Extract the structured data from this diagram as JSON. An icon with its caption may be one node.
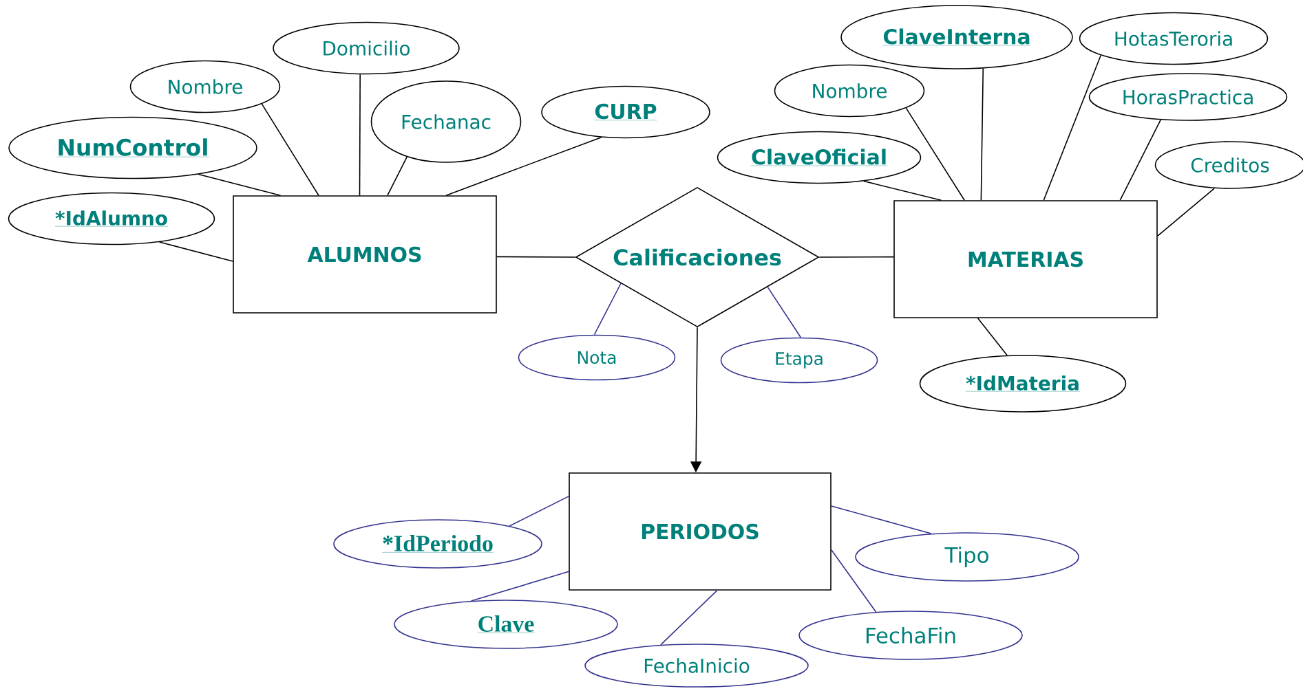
{
  "diagram": {
    "nodes": [
      {
        "text": [
          "ALUMNOS"
        ]
      },
      {
        "text": [
          "NumControl"
        ]
      },
      {
        "text": [
          "*IdAlumno"
        ]
      },
      {
        "text": [
          "Nombre"
        ]
      },
      {
        "text": [
          "Domicilio"
        ]
      },
      {
        "text": [
          "Fechanac"
        ]
      },
      {
        "text": [
          "CURP"
        ]
      },
      {
        "text": [
          "Calificaciones"
        ]
      },
      {
        "text": [
          "Nota"
        ]
      },
      {
        "text": [
          "Etapa"
        ]
      },
      {
        "text": [
          "MATERIAS"
        ]
      },
      {
        "text": [
          "ClaveInterna"
        ]
      },
      {
        "text": [
          "HotasTeroria"
        ]
      },
      {
        "text": [
          "Nombre"
        ]
      },
      {
        "text": [
          "HorasPractica"
        ]
      },
      {
        "text": [
          "ClaveOficial"
        ]
      },
      {
        "text": [
          "Creditos"
        ]
      },
      {
        "text": [
          "*IdMateria"
        ]
      },
      {
        "text": [
          "PERIODOS"
        ]
      },
      {
        "text": [
          "*IdPeriodo"
        ]
      },
      {
        "text": [
          "Tipo"
        ]
      },
      {
        "text": [
          "Clave"
        ]
      },
      {
        "text": [
          "FechaFin"
        ]
      },
      {
        "text": [
          "FechaInicio"
        ]
      }
    ],
    "edges": [
      {
        "from": 0,
        "to": 1,
        "arrow": "none"
      },
      {
        "from": 0,
        "to": 2,
        "arrow": "none"
      },
      {
        "from": 0,
        "to": 3,
        "arrow": "none"
      },
      {
        "from": 0,
        "to": 4,
        "arrow": "none"
      },
      {
        "from": 0,
        "to": 5,
        "arrow": "none"
      },
      {
        "from": 0,
        "to": 6,
        "arrow": "none"
      },
      {
        "from": 0,
        "to": 7,
        "arrow": "none"
      },
      {
        "from": 7,
        "to": 10,
        "arrow": "none"
      },
      {
        "from": 7,
        "to": 8,
        "arrow": "none",
        "color": "#33338f"
      },
      {
        "from": 7,
        "to": 9,
        "arrow": "none",
        "color": "#33338f"
      },
      {
        "from": 10,
        "to": 11,
        "arrow": "none"
      },
      {
        "from": 10,
        "to": 12,
        "arrow": "none"
      },
      {
        "from": 10,
        "to": 13,
        "arrow": "none"
      },
      {
        "from": 10,
        "to": 14,
        "arrow": "none"
      },
      {
        "from": 10,
        "to": 15,
        "arrow": "none"
      },
      {
        "from": 10,
        "to": 16,
        "arrow": "none"
      },
      {
        "from": 10,
        "to": 17,
        "arrow": "none"
      },
      {
        "from": 7,
        "to": 18,
        "arrow": "to"
      },
      {
        "from": 18,
        "to": 19,
        "arrow": "none",
        "color": "#33338f"
      },
      {
        "from": 18,
        "to": 20,
        "arrow": "none",
        "color": "#33338f"
      },
      {
        "from": 18,
        "to": 21,
        "arrow": "none",
        "color": "#33338f"
      },
      {
        "from": 18,
        "to": 22,
        "arrow": "none",
        "color": "#33338f"
      },
      {
        "from": 18,
        "to": 23,
        "arrow": "none",
        "color": "#33338f"
      }
    ]
  }
}
